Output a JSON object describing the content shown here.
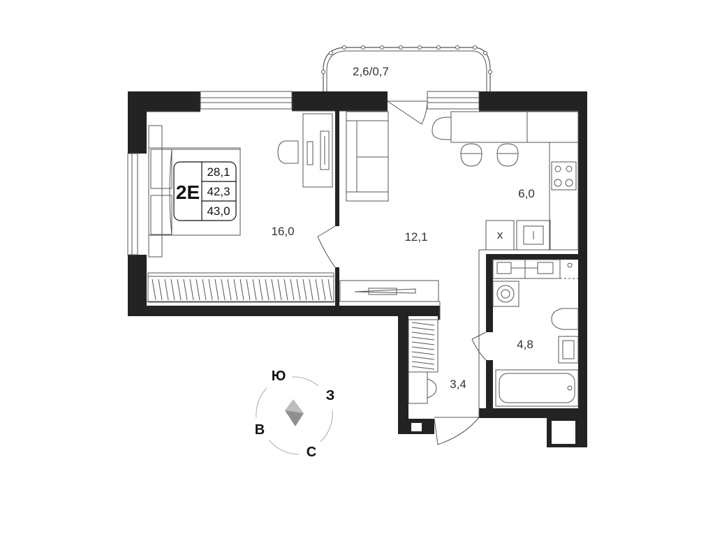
{
  "unit_badge": {
    "code": "2E",
    "areas": [
      "28,1",
      "42,3",
      "43,0"
    ]
  },
  "rooms": {
    "balcony": "2,6/0,7",
    "bedroom": "16,0",
    "living": "12,1",
    "kitchen": "6,0",
    "bathroom": "4,8",
    "hall": "3,4"
  },
  "fixtures": {
    "kitchen_mark": "x"
  },
  "compass": {
    "south": "Ю",
    "west": "З",
    "east": "В",
    "north": "С"
  },
  "colors": {
    "wall": "#232323",
    "line": "#555555",
    "text": "#333333",
    "compass_arrow": "#9a9a9a"
  }
}
